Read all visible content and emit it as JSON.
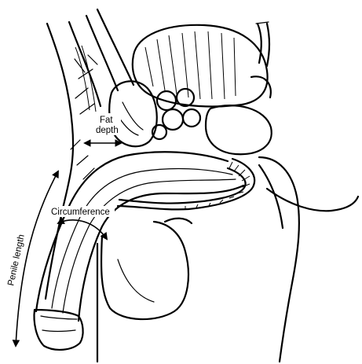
{
  "diagram": {
    "labels": {
      "fat_depth_line1": "Fat",
      "fat_depth_line2": "depth",
      "circumference": "Circumference",
      "penile_length": "Penile length"
    }
  }
}
